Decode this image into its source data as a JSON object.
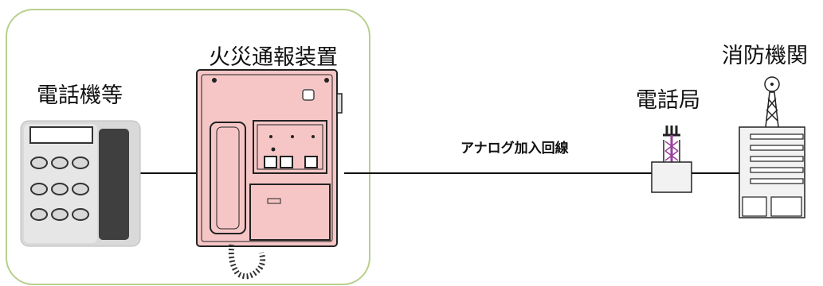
{
  "labels": {
    "phone": "電話機等",
    "notifier": "火災通報装置",
    "exchange": "電話局",
    "fire_dept": "消防機関",
    "line": "アナログ加入回線"
  },
  "colors": {
    "group_border": "#b8cf8c",
    "device_body": "#f6c6c6",
    "line": "#111111",
    "tower_accent": "#9b3fa0"
  },
  "icons": {
    "phone": "desk-telephone-icon",
    "notifier": "fire-alarm-notifier-icon",
    "exchange": "telephone-exchange-icon",
    "fire_dept": "fire-department-building-icon"
  }
}
